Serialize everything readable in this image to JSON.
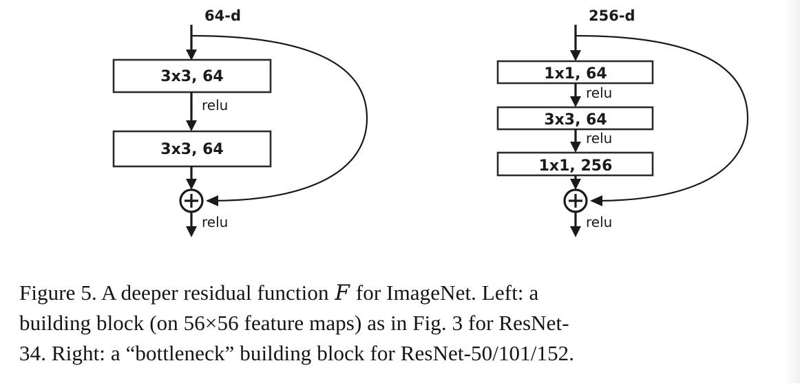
{
  "figure": {
    "left_block": {
      "name": "basic-building-block",
      "input_label": "64-d",
      "layers": [
        {
          "label": "3x3, 64"
        },
        {
          "label": "3x3, 64"
        }
      ],
      "activations": [
        "relu"
      ],
      "merge_symbol": "+",
      "output_activation": "relu"
    },
    "right_block": {
      "name": "bottleneck-building-block",
      "input_label": "256-d",
      "layers": [
        {
          "label": "1x1, 64"
        },
        {
          "label": "3x3, 64"
        },
        {
          "label": "1x1, 256"
        }
      ],
      "activations": [
        "relu",
        "relu"
      ],
      "merge_symbol": "+",
      "output_activation": "relu"
    }
  },
  "caption": {
    "line1_a": "Figure 5.  A  deeper  residual  function ",
    "line1_F": "F",
    "line1_b": " for  ImageNet.   Left:   a",
    "line2": "building block (on 56×56 feature maps) as in Fig. 3 for ResNet-",
    "line3": "34. Right: a “bottleneck” building block for ResNet-50/101/152."
  },
  "colors": {
    "background": "#ffffff",
    "stroke": "#1a1a1a",
    "box_stroke": "#2b2b2b",
    "text": "#141414"
  }
}
